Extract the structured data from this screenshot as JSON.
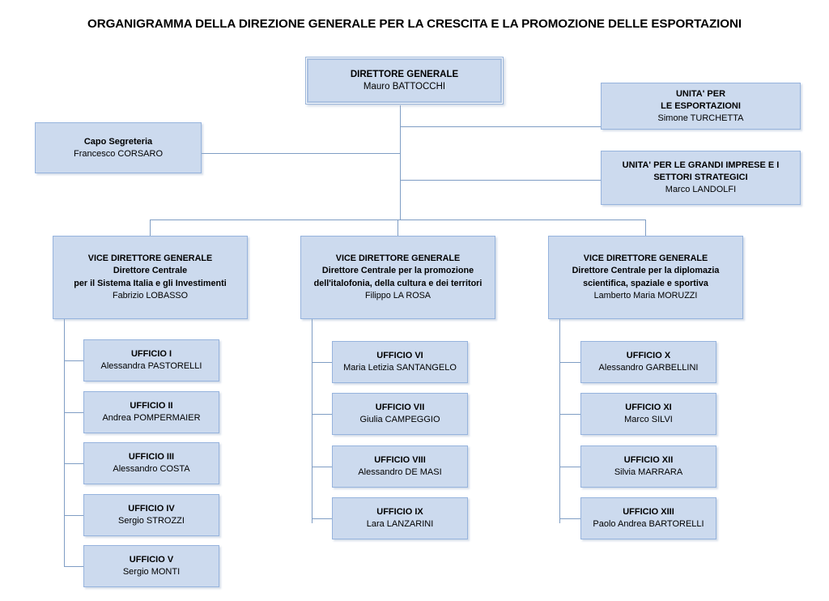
{
  "title": "ORGANIGRAMMA DELLA DIREZIONE GENERALE PER LA CRESCITA E LA PROMOZIONE DELLE ESPORTAZIONI",
  "colors": {
    "box_fill": "#ccdaee",
    "box_border": "#96b3dd",
    "connector": "#7f9dc4",
    "text": "#000000",
    "background": "#ffffff"
  },
  "director_general": {
    "role": "DIRETTORE GENERALE",
    "name": "Mauro BATTOCCHI"
  },
  "secretariat": {
    "role": "Capo Segreteria",
    "name": "Francesco CORSARO"
  },
  "units": [
    {
      "role_line1": "UNITA' PER",
      "role_line2": "LE ESPORTAZIONI",
      "name": "Simone TURCHETTA"
    },
    {
      "role_line1": "UNITA' PER LE GRANDI IMPRESE E I",
      "role_line2": "SETTORI STRATEGICI",
      "name": "Marco LANDOLFI"
    }
  ],
  "divisions": [
    {
      "role": "VICE DIRETTORE GENERALE",
      "subtitle_line1": "Direttore Centrale",
      "subtitle_line2": "per il Sistema Italia e gli Investimenti",
      "name": "Fabrizio LOBASSO",
      "offices": [
        {
          "title": "UFFICIO I",
          "name": "Alessandra PASTORELLI"
        },
        {
          "title": "UFFICIO II",
          "name": "Andrea POMPERMAIER"
        },
        {
          "title": "UFFICIO III",
          "name": "Alessandro COSTA"
        },
        {
          "title": "UFFICIO IV",
          "name": "Sergio STROZZI"
        },
        {
          "title": "UFFICIO V",
          "name": "Sergio MONTI"
        }
      ]
    },
    {
      "role": "VICE DIRETTORE GENERALE",
      "subtitle_line1": "Direttore Centrale per la promozione",
      "subtitle_line2": "dell'italofonia, della cultura e dei territori",
      "name": "Filippo LA ROSA",
      "offices": [
        {
          "title": "UFFICIO VI",
          "name": "Maria Letizia SANTANGELO"
        },
        {
          "title": "UFFICIO VII",
          "name": "Giulia CAMPEGGIO"
        },
        {
          "title": "UFFICIO VIII",
          "name": "Alessandro DE MASI"
        },
        {
          "title": "UFFICIO IX",
          "name": "Lara LANZARINI"
        }
      ]
    },
    {
      "role": "VICE DIRETTORE GENERALE",
      "subtitle_line1": "Direttore Centrale per la diplomazia",
      "subtitle_line2": "scientifica, spaziale e sportiva",
      "name": "Lamberto Maria MORUZZI",
      "offices": [
        {
          "title": "UFFICIO X",
          "name": "Alessandro GARBELLINI"
        },
        {
          "title": "UFFICIO XI",
          "name": "Marco SILVI"
        },
        {
          "title": "UFFICIO XII",
          "name": "Silvia MARRARA"
        },
        {
          "title": "UFFICIO XIII",
          "name": "Paolo Andrea BARTORELLI"
        }
      ]
    }
  ]
}
